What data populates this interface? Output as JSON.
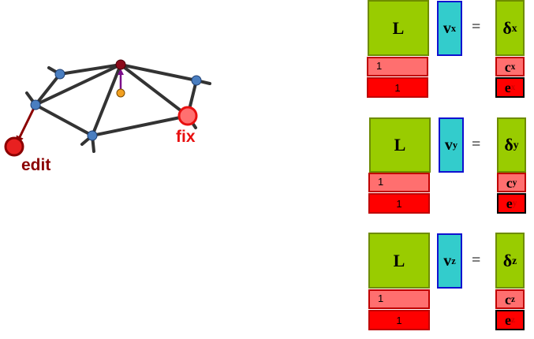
{
  "colors": {
    "edge": "#333333",
    "vertex": "#4a7ec0",
    "apex": "#8b0a1a",
    "apex_arrow": "#7b0d8a",
    "target_dot": "#f2a020",
    "edit_color": "#8b0000",
    "edit_fill": "#e82020",
    "fix_color": "#e81010",
    "fix_fill": "#ff7070",
    "L_fill": "#99cc00",
    "v_fill": "#33cccc",
    "one_top_fill": "#ff6f6f",
    "one_bot_fill": "#ff0000"
  },
  "mesh": {
    "edit_label": "edit",
    "fix_label": "fix"
  },
  "systems": [
    {
      "id": "x",
      "L": "L",
      "v": "v",
      "v_sub": "x",
      "eq": "=",
      "delta": "δ",
      "delta_sub": "x",
      "one_top": "1",
      "one_bot": "1",
      "c": "c",
      "c_sub": "x",
      "e": "e",
      "e_sub": "x"
    },
    {
      "id": "y",
      "L": "L",
      "v": "v",
      "v_sub": "y",
      "eq": "=",
      "delta": "δ",
      "delta_sub": "y",
      "one_top": "1",
      "one_bot": "1",
      "c": "c",
      "c_sub": "y",
      "e": "e",
      "e_sub": "y"
    },
    {
      "id": "z",
      "L": "L",
      "v": "v",
      "v_sub": "z",
      "eq": "=",
      "delta": "δ",
      "delta_sub": "z",
      "one_top": "1",
      "one_bot": "1",
      "c": "c",
      "c_sub": "z",
      "e": "e",
      "e_sub": "z"
    }
  ]
}
